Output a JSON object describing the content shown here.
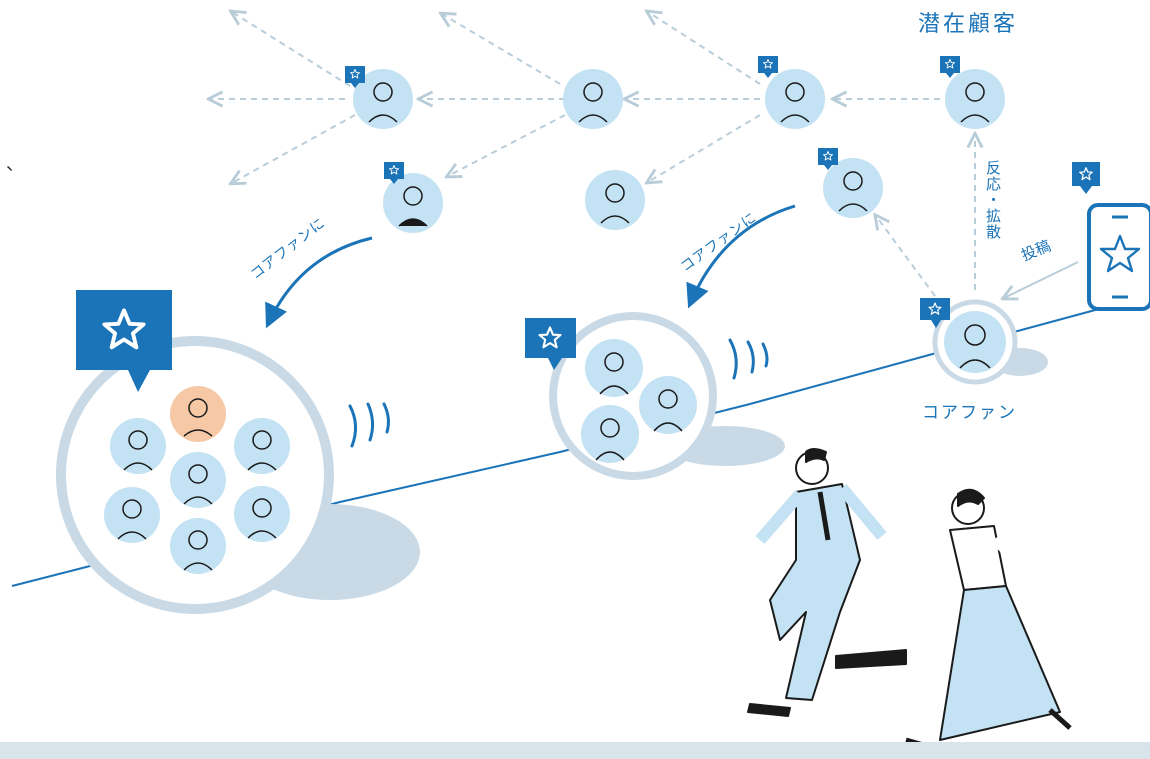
{
  "labels": {
    "potential_customers": "潜在顧客",
    "core_fan": "コアファン",
    "reaction_spread": "反応・拡散",
    "post": "投稿",
    "to_core_fan_left": "コアファンに",
    "to_core_fan_right": "コアファンに",
    "margin_mark": "、"
  },
  "colors": {
    "brand_blue": "#1b74b8",
    "light_blue": "#c3e2f3",
    "pale_blue": "#d9e3ea",
    "dashed": "#b9cdd9",
    "ink": "#1a1a1a"
  },
  "icons": {
    "star_badge": "star-icon",
    "smartphone": "smartphone-icon",
    "runner": "runner-icon"
  }
}
